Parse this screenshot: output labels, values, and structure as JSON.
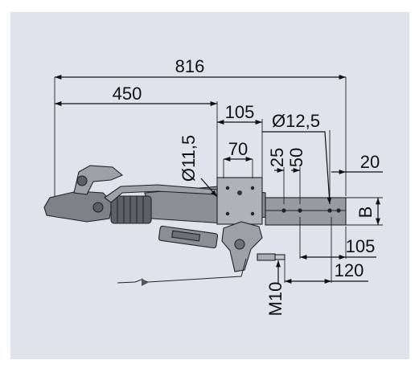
{
  "colors": {
    "background": "#dfe4ec",
    "part_fill": "#7d8289",
    "part_light": "#a9aeb5",
    "part_dark": "#3e4248",
    "line": "#111111"
  },
  "dimensions": {
    "overall_length": "816",
    "coupling_length": "450",
    "flange_outer": "105",
    "flange_inner": "70",
    "hole_dia_large": "Ø12,5",
    "hole_dia_small": "Ø11,5",
    "hole_pitch_a": "25",
    "hole_pitch_b": "50",
    "tube_end": "20",
    "tube_height": "B",
    "mount_offset_a": "105",
    "mount_offset_b": "120",
    "bolt_thread": "M10"
  }
}
